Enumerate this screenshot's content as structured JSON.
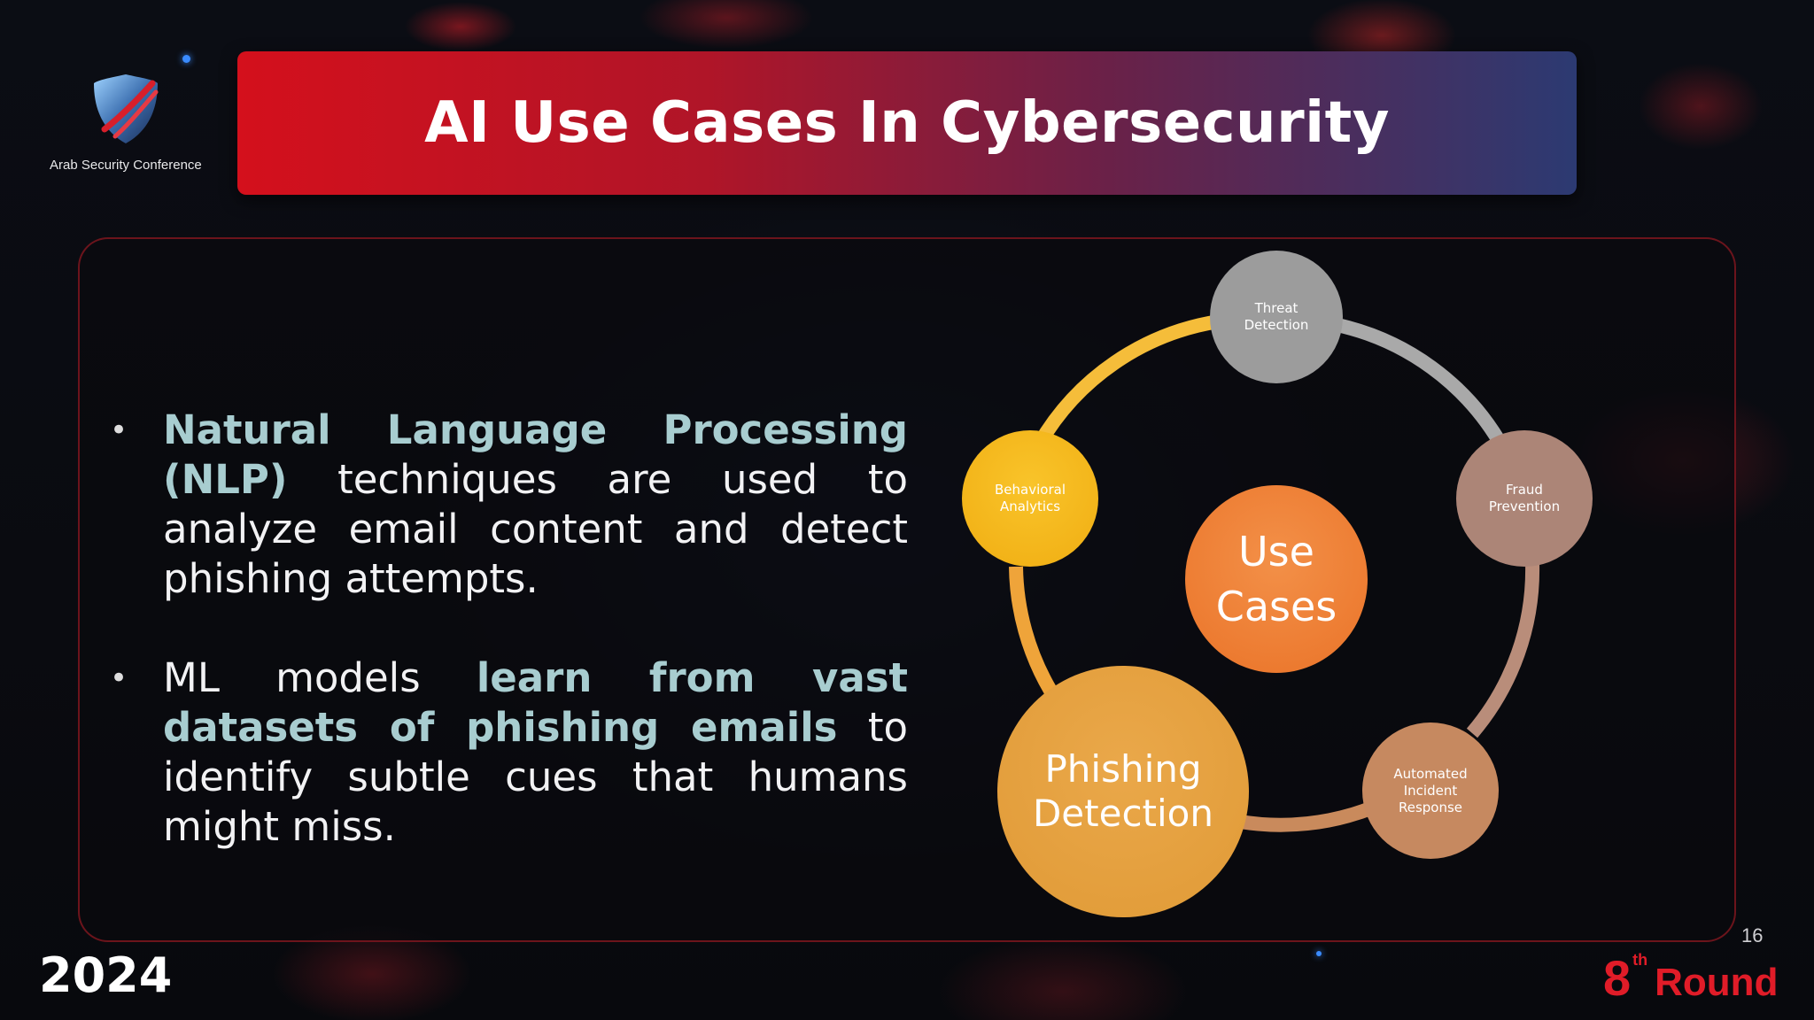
{
  "header": {
    "logo_text": "Arab Security Conference",
    "title": "AI Use Cases In Cybersecurity"
  },
  "bullets": [
    {
      "highlight": "Natural Language Processing (NLP)",
      "text": " techniques are used to analyze email content and detect phishing attempts."
    },
    {
      "prefix": "ML models ",
      "highlight": "learn from vast datasets of phishing emails",
      "suffix": " to identify subtle cues that humans might miss."
    }
  ],
  "diagram": {
    "center": [
      "Use",
      "Cases"
    ],
    "nodes": [
      {
        "id": "threat",
        "lines": [
          "Threat",
          "Detection"
        ],
        "color": "#9b9b9b"
      },
      {
        "id": "fraud",
        "lines": [
          "Fraud",
          "Prevention"
        ],
        "color": "#b08576"
      },
      {
        "id": "incident",
        "lines": [
          "Automated",
          "Incident",
          "Response"
        ],
        "color": "#c98a60"
      },
      {
        "id": "phishing",
        "lines": [
          "Phishing",
          "Detection"
        ],
        "color": "#e8a040"
      },
      {
        "id": "behavioral",
        "lines": [
          "Behavioral",
          "Analytics"
        ],
        "color": "#f5b820"
      }
    ]
  },
  "footer": {
    "slide_number": "16",
    "year": "2024",
    "round_number": "8",
    "round_suffix": "th",
    "round_word": "Round"
  }
}
